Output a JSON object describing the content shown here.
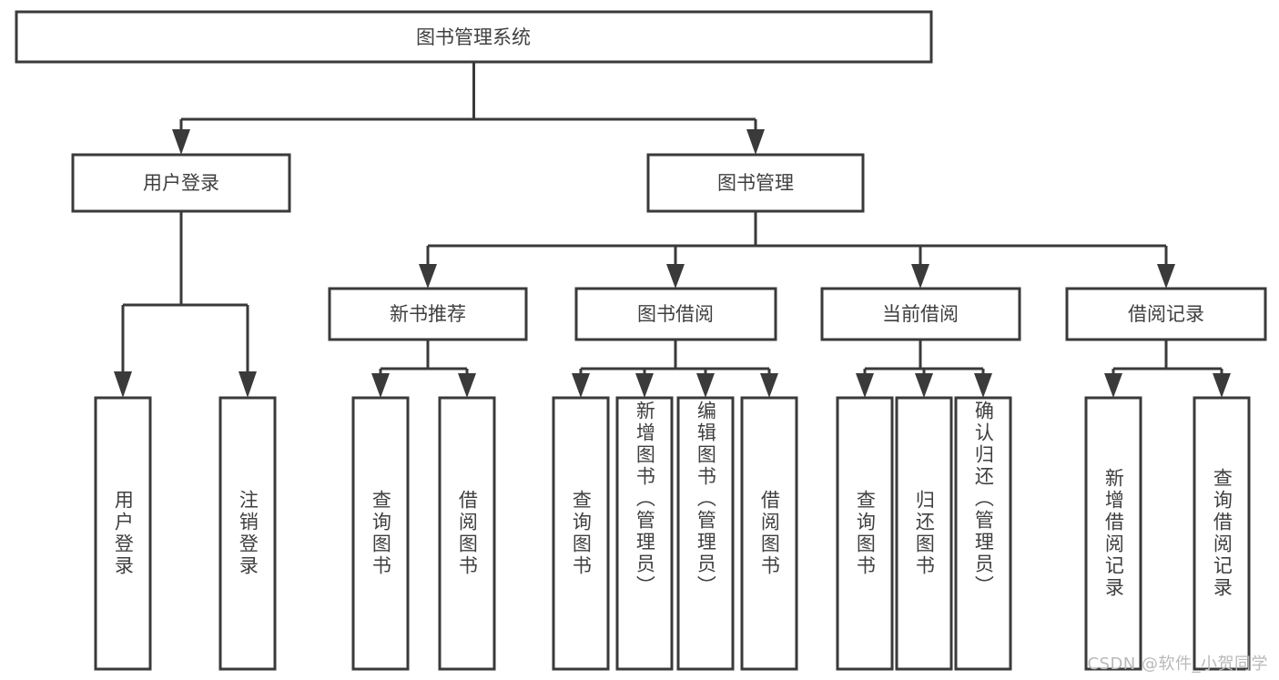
{
  "diagram": {
    "title": "图书管理系统",
    "type": "tree",
    "orientation": "top-down",
    "colors": {
      "box_stroke": "#3a3a3a",
      "box_fill": "#ffffff",
      "text": "#3f3f3f",
      "edge": "#3a3a3a",
      "background": "#ffffff",
      "watermark": "#b9b9b9"
    },
    "root": {
      "label": "图书管理系统"
    },
    "level2": [
      {
        "id": "user-login",
        "label": "用户登录"
      },
      {
        "id": "book-manage",
        "label": "图书管理"
      }
    ],
    "level3": [
      {
        "id": "new-book-recommend",
        "label": "新书推荐"
      },
      {
        "id": "book-borrow",
        "label": "图书借阅"
      },
      {
        "id": "current-borrow",
        "label": "当前借阅"
      },
      {
        "id": "borrow-record",
        "label": "借阅记录"
      }
    ],
    "leaves": {
      "user_login": [
        {
          "id": "leaf-user-login",
          "label": "用户登录"
        },
        {
          "id": "leaf-logout-login",
          "label": "注销登录"
        }
      ],
      "new_book_recommend": [
        {
          "id": "leaf-query-book-1",
          "label": "查询图书"
        },
        {
          "id": "leaf-borrow-book-1",
          "label": "借阅图书"
        }
      ],
      "book_borrow": [
        {
          "id": "leaf-query-book-2",
          "label": "查询图书"
        },
        {
          "id": "leaf-add-book",
          "label": "新增图书（管理员）"
        },
        {
          "id": "leaf-edit-book",
          "label": "编辑图书（管理员）"
        },
        {
          "id": "leaf-borrow-book-2",
          "label": "借阅图书"
        }
      ],
      "current_borrow": [
        {
          "id": "leaf-query-book-3",
          "label": "查询图书"
        },
        {
          "id": "leaf-return-book",
          "label": "归还图书"
        },
        {
          "id": "leaf-confirm-return",
          "label": "确认归还（管理员）"
        }
      ],
      "borrow_record": [
        {
          "id": "leaf-add-record",
          "label": "新增借阅记录"
        },
        {
          "id": "leaf-query-record",
          "label": "查询借阅记录"
        }
      ]
    }
  },
  "watermark": {
    "text": "CSDN @软件_小贺同学"
  }
}
